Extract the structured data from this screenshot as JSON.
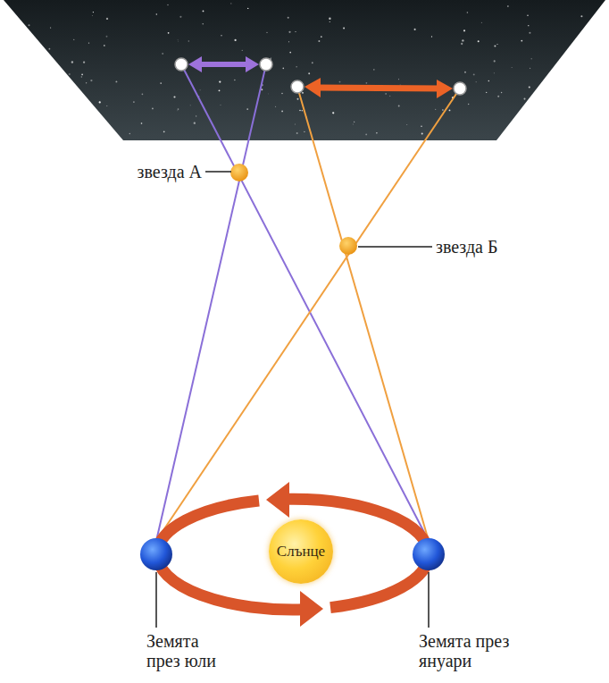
{
  "diagram": {
    "nodes": [
      {
        "text": [
          "Слънце"
        ]
      }
    ],
    "labels": [
      "звезда А",
      "звезда Б",
      "Земята през юли",
      "Земята през януари"
    ]
  }
}
